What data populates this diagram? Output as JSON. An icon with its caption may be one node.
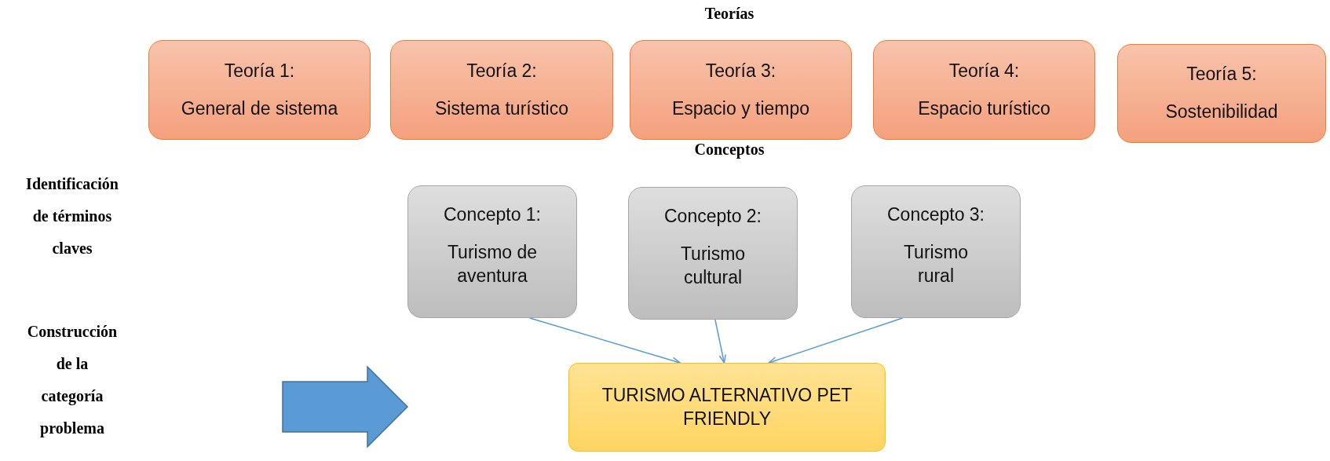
{
  "diagram": {
    "nodes": [
      {
        "text": [
          "Teoría 1:",
          "General de sistema"
        ]
      },
      {
        "text": [
          "Teoría 2:",
          "Sistema turístico"
        ]
      },
      {
        "text": [
          "Teoría 3:",
          "Espacio y tiempo"
        ]
      },
      {
        "text": [
          "Teoría 4:",
          "Espacio turístico"
        ]
      },
      {
        "text": [
          "Teoría 5:",
          "Sostenibilidad"
        ]
      },
      {
        "text": [
          "Concepto 1:",
          "Turismo de aventura"
        ]
      },
      {
        "text": [
          "Concepto 2:",
          "Turismo cultural"
        ]
      },
      {
        "text": [
          "Concepto 3:",
          "Turismo rural"
        ]
      },
      {
        "text": [
          "TURISMO ALTERNATIVO PET FRIENDLY"
        ]
      }
    ],
    "edges": [
      {
        "from": 5,
        "to": 8,
        "arrow": "to"
      },
      {
        "from": 6,
        "to": 8,
        "arrow": "to"
      },
      {
        "from": 7,
        "to": 8,
        "arrow": "to"
      }
    ],
    "labels": [
      "Teorías",
      "Conceptos",
      "Identificación de términos claves",
      "Construcción de la categoría problema"
    ]
  }
}
